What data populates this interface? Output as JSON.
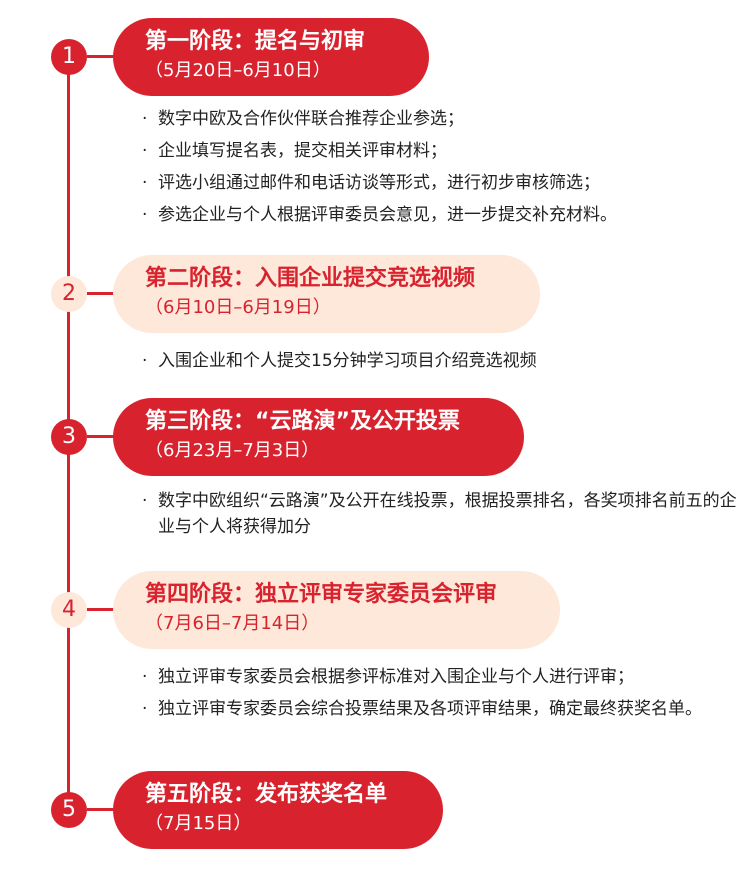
{
  "colors": {
    "accent": "#d8232f",
    "light": "#fde8d9",
    "text": "#222222"
  },
  "stages": [
    {
      "number": "1",
      "title": "第一阶段：提名与初审",
      "dates": "（5月20日–6月10日）",
      "bullets": [
        "数字中欧及合作伙伴联合推荐企业参选；",
        "企业填写提名表，提交相关评审材料；",
        "评选小组通过邮件和电话访谈等形式，进行初步审核筛选；",
        "参选企业与个人根据评审委员会意见，进一步提交补充材料。"
      ]
    },
    {
      "number": "2",
      "title": "第二阶段：入围企业提交竞选视频",
      "dates": "（6月10日–6月19日）",
      "bullets": [
        "入围企业和个人提交15分钟学习项目介绍竞选视频"
      ]
    },
    {
      "number": "3",
      "title": "第三阶段：“云路演”及公开投票",
      "dates": "（6月23月–7月3日）",
      "bullets": [
        "数字中欧组织“云路演”及公开在线投票，根据投票排名，各奖项排名前五的企业与个人将获得加分"
      ]
    },
    {
      "number": "4",
      "title": "第四阶段：独立评审专家委员会评审",
      "dates": "（7月6日–7月14日）",
      "bullets": [
        "独立评审专家委员会根据参评标准对入围企业与个人进行评审；",
        "独立评审专家委员会综合投票结果及各项评审结果，确定最终获奖名单。"
      ]
    },
    {
      "number": "5",
      "title": "第五阶段：发布获奖名单",
      "dates": "（7月15日）",
      "bullets": []
    }
  ]
}
